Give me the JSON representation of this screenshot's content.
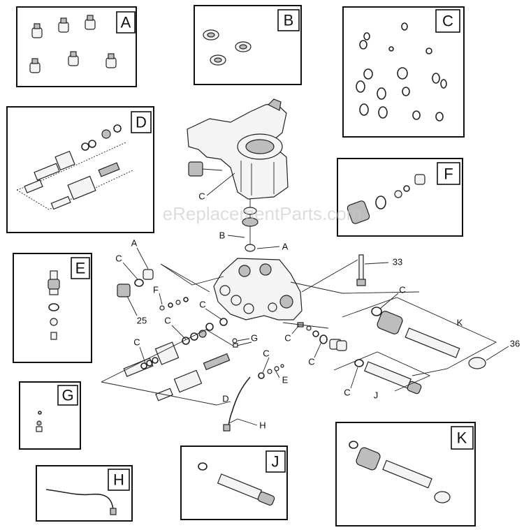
{
  "boxes": {
    "A": "A",
    "B": "B",
    "C": "C",
    "D": "D",
    "E": "E",
    "F": "F",
    "G": "G",
    "H": "H",
    "J": "J",
    "K": "K"
  },
  "callouts": {
    "c_head": "C",
    "b_center": "B",
    "a_center": "A",
    "a_left": "A",
    "c_left": "C",
    "f_left": "F",
    "c_mid": "C",
    "c_mid2": "C",
    "n25": "25",
    "c_d": "C",
    "g_center": "G",
    "c_e": "C",
    "e_center": "E",
    "c_lower": "C",
    "c_lower2": "C",
    "d_center": "D",
    "h_center": "H",
    "n33": "33",
    "c_k": "C",
    "k_center": "K",
    "n36": "36",
    "c_j": "C",
    "j_center": "J"
  },
  "watermark": "eReplacementParts.com"
}
